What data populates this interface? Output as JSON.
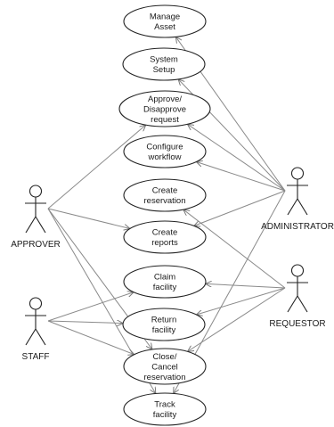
{
  "use_cases": [
    {
      "id": "manage-asset",
      "lines": [
        "Manage",
        "Asset"
      ]
    },
    {
      "id": "system-setup",
      "lines": [
        "System",
        "Setup"
      ]
    },
    {
      "id": "approve-disapprove-request",
      "lines": [
        "Approve/",
        "Disapprove",
        "request"
      ]
    },
    {
      "id": "configure-workflow",
      "lines": [
        "Configure",
        "workflow"
      ]
    },
    {
      "id": "create-reservation",
      "lines": [
        "Create",
        "reservation"
      ]
    },
    {
      "id": "create-reports",
      "lines": [
        "Create",
        "reports"
      ]
    },
    {
      "id": "claim-facility",
      "lines": [
        "Claim",
        "facility"
      ]
    },
    {
      "id": "return-facility",
      "lines": [
        "Return",
        "facility"
      ]
    },
    {
      "id": "close-cancel-reservation",
      "lines": [
        "Close/",
        "Cancel",
        "reservation"
      ]
    },
    {
      "id": "track-facility",
      "lines": [
        "Track",
        "facility"
      ]
    }
  ],
  "actors": [
    {
      "id": "approver",
      "label": "APPROVER"
    },
    {
      "id": "staff",
      "label": "STAFF"
    },
    {
      "id": "administrator",
      "label": "ADMINISTRATOR"
    },
    {
      "id": "requestor",
      "label": "REQUESTOR"
    }
  ],
  "associations": [
    {
      "actor": "administrator",
      "use_case": "manage-asset"
    },
    {
      "actor": "administrator",
      "use_case": "system-setup"
    },
    {
      "actor": "administrator",
      "use_case": "approve-disapprove-request"
    },
    {
      "actor": "administrator",
      "use_case": "configure-workflow"
    },
    {
      "actor": "administrator",
      "use_case": "create-reports"
    },
    {
      "actor": "administrator",
      "use_case": "track-facility"
    },
    {
      "actor": "approver",
      "use_case": "approve-disapprove-request"
    },
    {
      "actor": "approver",
      "use_case": "create-reports"
    },
    {
      "actor": "approver",
      "use_case": "close-cancel-reservation"
    },
    {
      "actor": "approver",
      "use_case": "track-facility"
    },
    {
      "actor": "staff",
      "use_case": "claim-facility"
    },
    {
      "actor": "staff",
      "use_case": "return-facility"
    },
    {
      "actor": "staff",
      "use_case": "close-cancel-reservation"
    },
    {
      "actor": "requestor",
      "use_case": "create-reservation"
    },
    {
      "actor": "requestor",
      "use_case": "claim-facility"
    },
    {
      "actor": "requestor",
      "use_case": "return-facility"
    },
    {
      "actor": "requestor",
      "use_case": "close-cancel-reservation"
    }
  ]
}
